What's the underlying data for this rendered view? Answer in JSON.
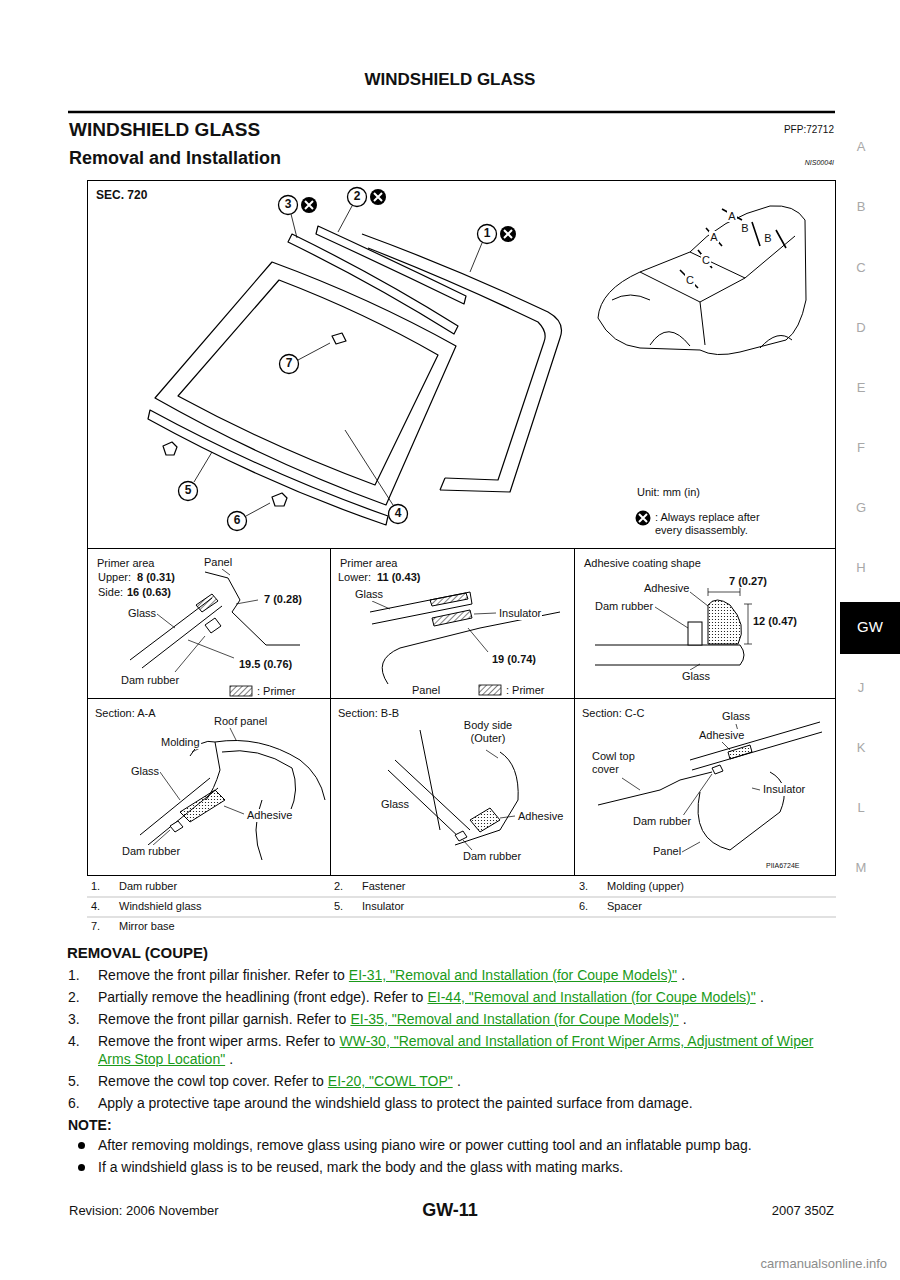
{
  "diagram": {
    "title": "WINDSHIELD GLASS",
    "nodes": [
      {
        "text": [
          "SEC. 720"
        ]
      },
      {
        "text": [
          "Primer area"
        ],
        "in": 0
      },
      {
        "text": [
          "Primer area"
        ],
        "in": 0
      },
      {
        "text": [
          "Adhesive coating shape"
        ],
        "in": 0
      },
      {
        "text": [
          "Section: A-A"
        ],
        "in": 0
      },
      {
        "text": [
          "Section: B-B"
        ],
        "in": 0
      },
      {
        "text": [
          "Section: C-C"
        ],
        "in": 0
      },
      {
        "text": [
          "GW"
        ]
      }
    ],
    "labels": [
      "WINDSHIELD GLASS",
      "PFP:72712",
      "Removal and Installation",
      "NIS0004I",
      "3",
      "2",
      "1",
      "7",
      "5",
      "4",
      "6",
      "A",
      "A",
      "B",
      "B",
      "C",
      "C",
      "Unit: mm (in)",
      "Panel",
      "Upper:",
      "8 (0.31)",
      "Side:",
      "16 (0.63)",
      "Glass",
      "7 (0.28)",
      "19.5 (0.76)",
      "Dam rubber",
      "Lower:",
      "11 (0.43)",
      "Glass",
      "Insulator",
      "19 (0.74)",
      "Panel",
      "Adhesive",
      "7 (0.27)",
      "Dam rubber",
      "12 (0.47)",
      "Glass",
      "Roof panel",
      "Molding",
      "Glass",
      "Adhesive",
      "Dam rubber",
      "Body side (Outer)",
      "Glass",
      "Adhesive",
      "Dam rubber",
      "Glass",
      "Adhesive",
      "Cowl top cover",
      "Insulator",
      "Dam rubber",
      "Panel",
      "PIIA6724E",
      "1.",
      "Dam rubber",
      "2.",
      "Fastener",
      "3.",
      "Molding (upper)",
      "4.",
      "Windshield glass",
      "5.",
      "Insulator",
      "6.",
      "Spacer",
      "7.",
      "Mirror base",
      "REMOVAL (COUPE)",
      "1.",
      "Remove the front pillar finisher. Refer to",
      "EI-31, \"Removal and Installation (for Coupe Models)\"",
      ".",
      "2.",
      "Partially remove the headlining (front edge). Refer to",
      "EI-44, \"Removal and Installation (for Coupe Models)\"",
      ".",
      "3.",
      "Remove the front pillar garnish. Refer to",
      "EI-35, \"Removal and Installation (for Coupe Models)\"",
      ".",
      "4.",
      "Remove the front wiper arms. Refer to",
      "WW-30, \"Removal and Installation of Front Wiper Arms, Adjustment of Wiper Arms Stop Location\"",
      ".",
      "5.",
      "Remove the cowl top cover. Refer to",
      "EI-20, \"COWL TOP\"",
      ".",
      "6.",
      "Apply a protective tape around the windshield glass to protect the painted surface from damage.",
      "NOTE:",
      "After removing moldings, remove glass using piano wire or power cutting tool and an inflatable pump bag.",
      "If a windshield glass is to be reused, mark the body and the glass with mating marks.",
      "Revision: 2006 November",
      "GW-11",
      "2007 350Z",
      "A",
      "B",
      "C",
      "D",
      "E",
      "F",
      "G",
      "H",
      "J",
      "K",
      "L",
      "M",
      "carmanualsonline.info"
    ],
    "legend": [
      {
        "text": ": Always replace after every disassembly."
      },
      {
        "text": ": Primer"
      },
      {
        "text": ": Primer"
      }
    ]
  }
}
